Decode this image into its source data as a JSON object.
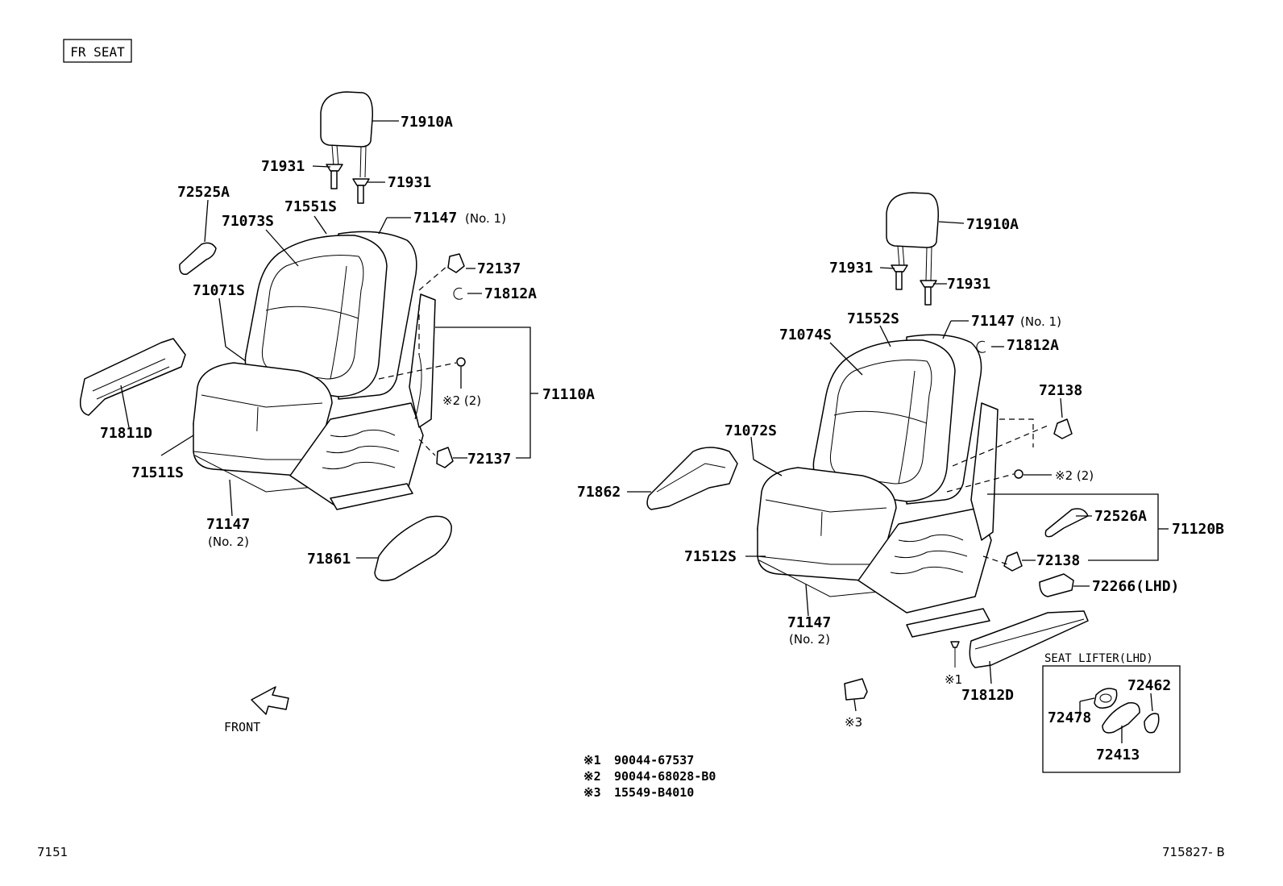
{
  "header": {
    "section_label": "FR SEAT"
  },
  "left_seat": {
    "labels": {
      "headrest": "71910A",
      "guide_left": "71931",
      "guide_right": "71931",
      "armrest_cover": "72525A",
      "back_cover_outer": "71551S",
      "back_cover": "71073S",
      "back_board": "71147",
      "back_board_suffix": "(No. 1)",
      "clip_upper": "72137",
      "ring": "71812A",
      "cushion_cover": "71071S",
      "frame_assy": "71110A",
      "note2_ref": "※2 (2)",
      "side_shield": "71811D",
      "clip_lower": "72137",
      "cushion_pad": "71511S",
      "under_board": "71147",
      "under_board_suffix": "(No. 2)",
      "front_cover": "71861"
    },
    "front_label": "FRONT"
  },
  "right_seat": {
    "labels": {
      "headrest": "71910A",
      "guide_left": "71931",
      "guide_right": "71931",
      "back_cover_outer": "71552S",
      "back_board": "71147",
      "back_board_suffix": "(No. 1)",
      "back_cover": "71074S",
      "ring": "71812A",
      "clip_upper": "72138",
      "cushion_cover": "71072S",
      "note2_ref": "※2 (2)",
      "side_shield": "71862",
      "lever": "72526A",
      "frame_assy": "71120B",
      "cushion_pad": "71512S",
      "clip_lower": "72138",
      "switch": "72266(LHD)",
      "under_board": "71147",
      "under_board_suffix": "(No. 2)",
      "note1_ref": "※1",
      "side_cover": "71812D",
      "note3_ref": "※3"
    }
  },
  "lifter": {
    "title": "SEAT LIFTER(LHD)",
    "labels": {
      "knob": "72462",
      "bezel": "72478",
      "handle": "72413"
    }
  },
  "notes": [
    {
      "mark": "※1",
      "part": "90044-67537"
    },
    {
      "mark": "※2",
      "part": "90044-68028-B0"
    },
    {
      "mark": "※3",
      "part": "15549-B4010"
    }
  ],
  "footer": {
    "page_code": "7151",
    "drawing_code": "715827- B"
  }
}
